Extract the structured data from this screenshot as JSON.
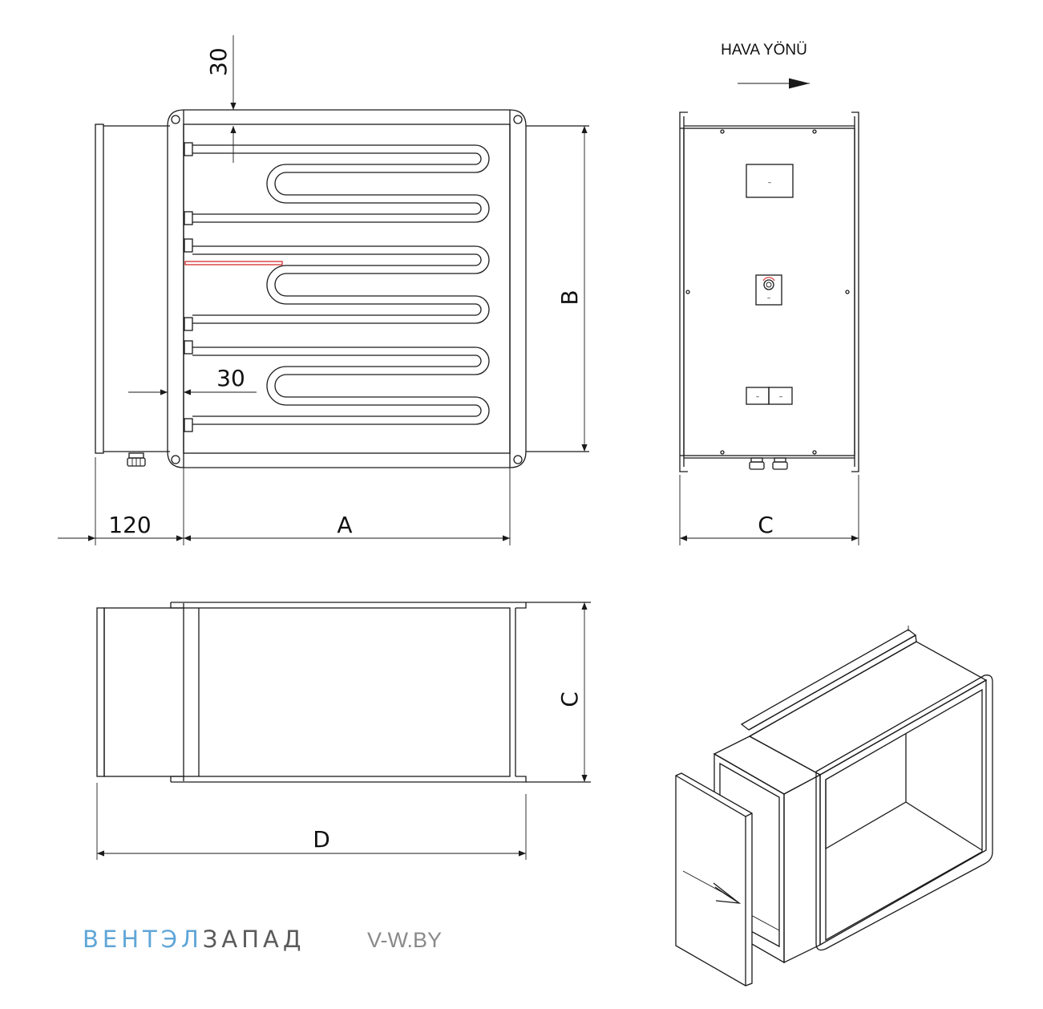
{
  "drawing": {
    "air_direction_label": "HAVA YÖNÜ",
    "dimensions": {
      "top_offset": "30",
      "side_offset": "30",
      "inlet_length": "120",
      "width": "A",
      "height": "B",
      "depth_front": "C",
      "depth_side": "C",
      "total_length": "D"
    },
    "panel_labels": {
      "display": "–",
      "knob": "–",
      "switch_left": "–",
      "switch_right": "–"
    },
    "colors": {
      "line": "#1a1a1a",
      "marker": "#d11a1a",
      "logo_blue": "#5fa6d8",
      "logo_grey": "#5a5a5a",
      "site_grey": "#8a8a8a"
    }
  },
  "watermark": {
    "brand_part1": "ВЕНТЭЛ",
    "brand_part2": "ЗАПАД",
    "site": "V-W.BY"
  }
}
